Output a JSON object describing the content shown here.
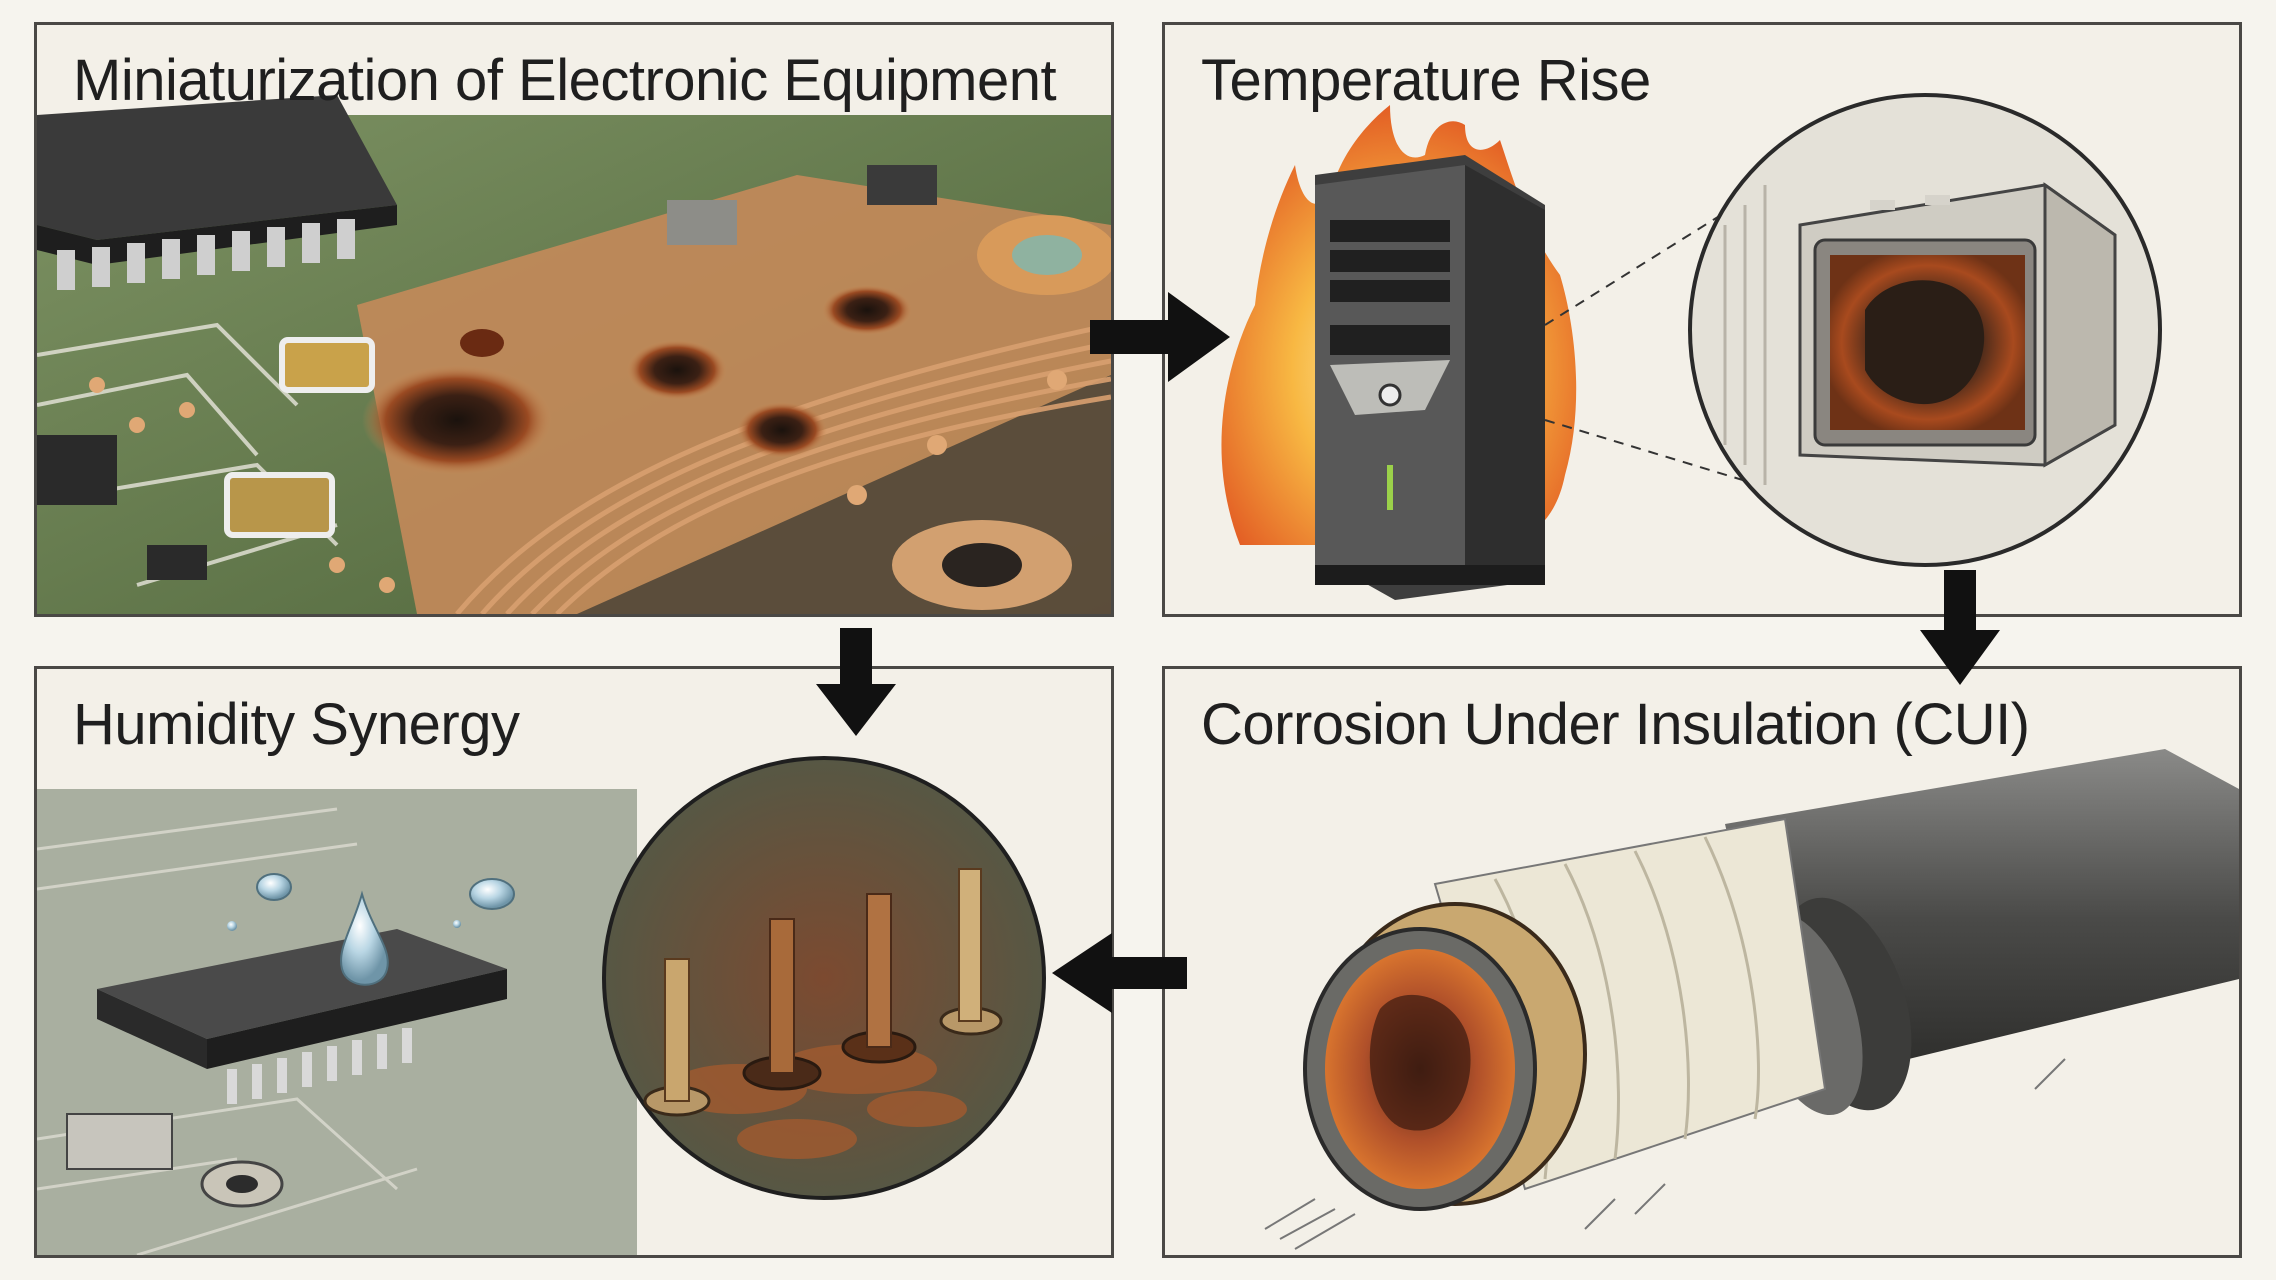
{
  "panels": [
    {
      "title": "Miniaturization of Electronic Equipment"
    },
    {
      "title": "Temperature Rise"
    },
    {
      "title": "Humidity Synergy"
    },
    {
      "title": "Corrosion Under Insulation (CUI)"
    }
  ],
  "flow": [
    "Miniaturization of Electronic Equipment",
    "Temperature Rise",
    "Corrosion Under Insulation (CUI)",
    "Humidity Synergy"
  ],
  "colors": {
    "pcb_green": "#5f7b4a",
    "copper": "#c98a55",
    "rust": "#8a3c1a",
    "flame": "#f08a1c",
    "arrow": "#111111",
    "frame": "#4a4845"
  }
}
